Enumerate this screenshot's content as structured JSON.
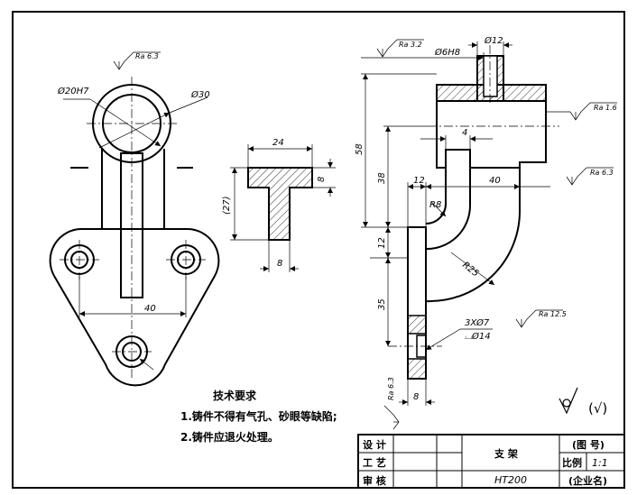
{
  "dimensions": {
    "front": {
      "bore": "Ø20H7",
      "outer": "Ø30",
      "span": "40",
      "rough_top": "Ra 6.3"
    },
    "section": {
      "width": "24",
      "height": "(27)",
      "flange": "8",
      "web": "8"
    },
    "side": {
      "shaft_hole": "Ø6H8",
      "boss": "Ø12",
      "overall": "58",
      "height_38": "38",
      "offset_12": "12",
      "gap_4": "4",
      "reach_40": "40",
      "radius_inner": "R8",
      "radius_outer": "R25",
      "height_12": "12",
      "height_35": "35",
      "holes": "3XØ7",
      "counterbore": "⌴Ø14",
      "plate": "8"
    },
    "roughness": {
      "r1": "Ra 3.2",
      "r2": "Ra 1.6",
      "r3": "Ra 6.3",
      "r4": "Ra 12.5",
      "r5": "Ra 6.3"
    }
  },
  "notes": {
    "title": "技术要求",
    "items": [
      "1.铸件不得有气孔、砂眼等缺陷;",
      "2.铸件应退火处理。"
    ]
  },
  "general_mark": "(√)",
  "title_block": {
    "row_design": "设 计",
    "row_process": "工 艺",
    "row_review": "审 核",
    "part_name": "支  架",
    "drawing_no": "(图 号)",
    "scale_label": "比例",
    "scale_value": "1:1",
    "material": "HT200",
    "company": "(企业名)"
  }
}
